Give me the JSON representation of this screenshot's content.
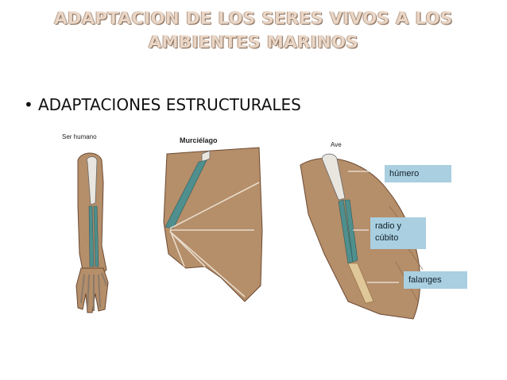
{
  "slide": {
    "title_line1": "ADAPTACION DE LOS SERES VIVOS A LOS",
    "title_line2": "AMBIENTES MARINOS",
    "bullet": "ADAPTACIONES ESTRUCTURALES"
  },
  "figure": {
    "label_human": "Ser humano",
    "label_bat": "Murciélago",
    "label_bird": "Ave",
    "callout_humerus": "húmero",
    "callout_radius_line1": "radio y",
    "callout_radius_line2": "cúbito",
    "callout_phalanges": "falanges"
  },
  "colors": {
    "title": "#e9d6c6",
    "skin": "#b58e6a",
    "bone": "#4f8f8e",
    "callout": "#a9cfe0"
  }
}
